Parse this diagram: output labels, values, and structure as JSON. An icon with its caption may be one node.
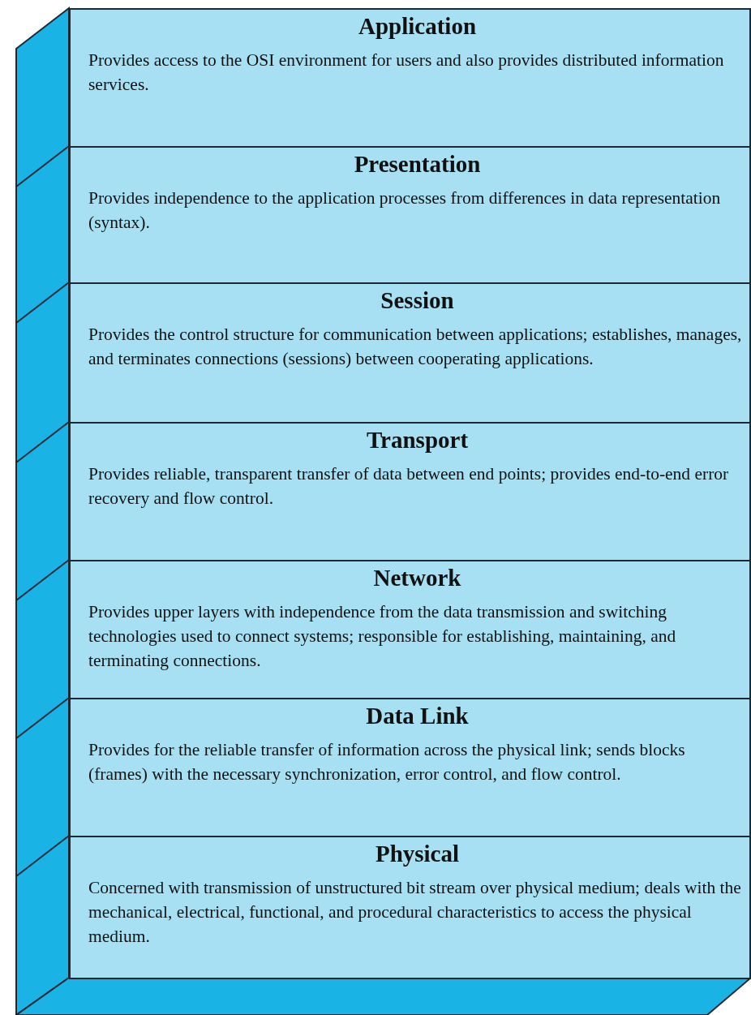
{
  "diagram": {
    "nodes": [
      {
        "text": [
          "Application",
          "Provides access to the OSI environment for users and also provides distributed information services."
        ]
      },
      {
        "text": [
          "Presentation",
          "Provides independence to the application processes from differences in data representation (syntax)."
        ]
      },
      {
        "text": [
          "Session",
          "Provides the control structure for communication between applications; establishes, manages, and terminates connections (sessions) between cooperating applications."
        ]
      },
      {
        "text": [
          "Transport",
          "Provides reliable, transparent transfer of data between end points; provides end-to-end error recovery and flow control."
        ]
      },
      {
        "text": [
          "Network",
          "Provides upper layers with independence from the data transmission and switching technologies used to connect systems; responsible for establishing, maintaining, and terminating connections."
        ]
      },
      {
        "text": [
          "Data Link",
          "Provides for the reliable transfer of information across the physical link; sends blocks (frames) with the necessary synchronization, error control, and flow control."
        ]
      },
      {
        "text": [
          "Physical",
          "Concerned with transmission of unstructured bit stream over physical medium; deals with the mechanical, electrical, functional, and procedural characteristics to access the physical medium."
        ]
      }
    ],
    "edges": []
  }
}
